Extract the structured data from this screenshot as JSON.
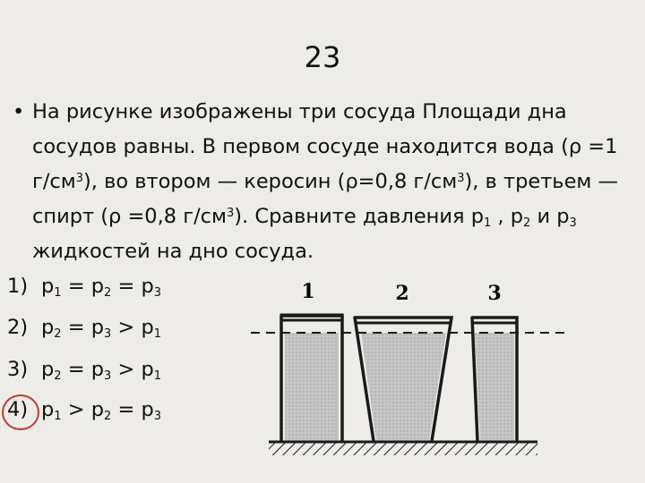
{
  "slide": {
    "number": "23"
  },
  "question": {
    "bullet": "•",
    "line1": "На рисунке изображены три сосуда Площади дна сосудов равны. В первом сосуде находится вода",
    "line2_a": "(ρ =1 г/см",
    "line2_b": "), во втором — керосин (ρ=0,8 г/см",
    "line2_c": "), в третьем — спирт (ρ =0,8 г/см",
    "line2_d": "). Сравните давления p",
    "line2_e": " , p",
    "line2_f": " и p",
    "line2_g": " жидкостей на дно сосуда.",
    "sup3": "3",
    "sub1": "1",
    "sub2": "2",
    "sub3": "3"
  },
  "answers": [
    {
      "num": "1)",
      "a": "p",
      "s1": "1",
      "op1": " = p",
      "s2": "2",
      "op2": " = p",
      "s3": "3"
    },
    {
      "num": "2)",
      "a": "p",
      "s1": "2",
      "op1": " = p",
      "s2": "3",
      "op2": " > p",
      "s3": "1"
    },
    {
      "num": "3)",
      "a": "p",
      "s1": "2",
      "op1": " = p",
      "s2": "3",
      "op2": " > p",
      "s3": "1"
    },
    {
      "num": "4)",
      "a": "p",
      "s1": "1",
      "op1": " > p",
      "s2": "2",
      "op2": " = p",
      "s3": "3"
    }
  ],
  "figure": {
    "vessel_labels": [
      "1",
      "2",
      "3"
    ],
    "liquid_color": "#c6c6c6",
    "stroke_color": "#1a1a1a"
  },
  "colors": {
    "background": "#eeece9",
    "circle": "#c0392b"
  }
}
